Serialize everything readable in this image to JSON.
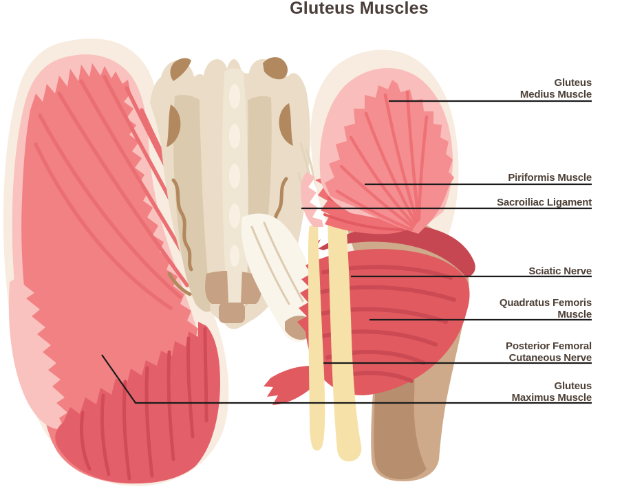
{
  "title": "Gluteus Muscles",
  "colors": {
    "background": "#ffffff",
    "title_text": "#4a3e39",
    "label_text": "#4d4037",
    "leader_line": "#1b1b1b",
    "silhouette_cream": "#f7ecdf",
    "muscle_light_pink": "#f9c2bf",
    "muscle_mid_pink": "#f28183",
    "muscle_striation_pink": "#ea6f73",
    "muscle_dark_red": "#e3606a",
    "muscle_dark_striation": "#d14c56",
    "deep_muscle_red": "#e05a60",
    "deep_muscle_crescent": "#c64751",
    "gluteus_medius_pink": "#f48e90",
    "piriformis_red": "#ee6f74",
    "bone_beige": "#eadcc6",
    "bone_shade": "#dccaae",
    "bone_ridge": "#f0e6d4",
    "bone_brown": "#b2885f",
    "bone_tan": "#c7a183",
    "leg_tan_light": "#cfaa8a",
    "leg_tan_dark": "#b78e6e",
    "ligament_white": "#faf5ea",
    "nerve_yellow": "#f6e2a8"
  },
  "labels": [
    {
      "id": "gluteus-medius-muscle",
      "lines": [
        "Gluteus",
        "Medius Muscle"
      ]
    },
    {
      "id": "piriformis-muscle",
      "lines": [
        "Piriformis Muscle"
      ]
    },
    {
      "id": "sacroiliac-ligament",
      "lines": [
        "Sacroiliac Ligament"
      ]
    },
    {
      "id": "sciatic-nerve",
      "lines": [
        "Sciatic Nerve"
      ]
    },
    {
      "id": "quadratus-femoris-muscle",
      "lines": [
        "Quadratus Femoris",
        "Muscle"
      ]
    },
    {
      "id": "posterior-femoral-cutaneous-nerve",
      "lines": [
        "Posterior Femoral",
        "Cutaneous Nerve"
      ]
    },
    {
      "id": "gluteus-maximus-muscle",
      "lines": [
        "Gluteus",
        "Maximus Muscle"
      ]
    }
  ]
}
